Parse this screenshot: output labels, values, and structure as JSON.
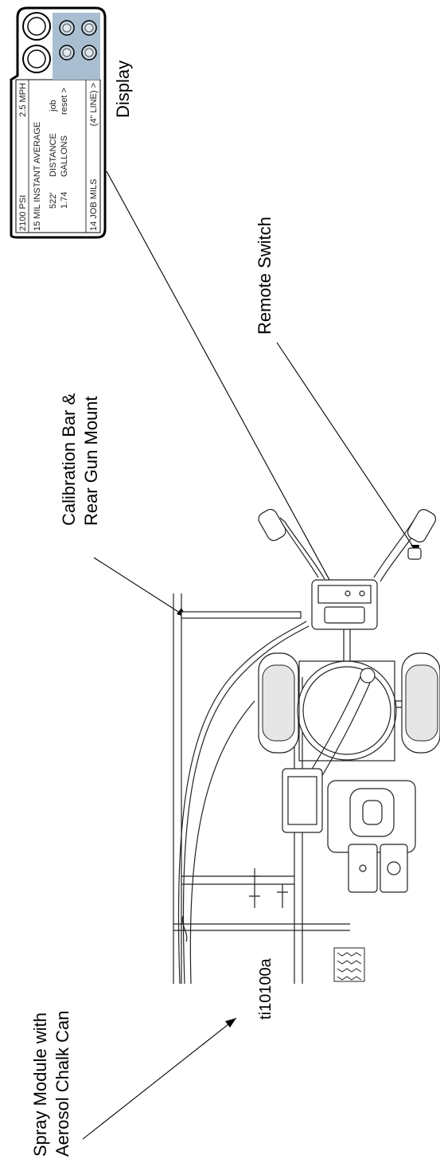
{
  "labels": {
    "display": "Display",
    "remote_switch": "Remote Switch",
    "calibration_line1": "Calibration Bar &",
    "calibration_line2": "Rear Gun Mount",
    "spray_line1": "Spray Module with",
    "spray_line2": "Aerosol Chalk Can",
    "figure_id": "ti10100a"
  },
  "display_panel": {
    "psi": "2100 PSI",
    "mph": "2.5 MPH",
    "mil_avg": "15 MIL INSTANT AVERAGE",
    "distance_val": "522'",
    "distance_lbl": "DISTANCE",
    "job": "job",
    "gallons_val": "1.74",
    "gallons_lbl": "GALLONS",
    "reset": "reset >",
    "job_mils": "14  JOB MILS",
    "line": "(4\" LINE) >"
  }
}
